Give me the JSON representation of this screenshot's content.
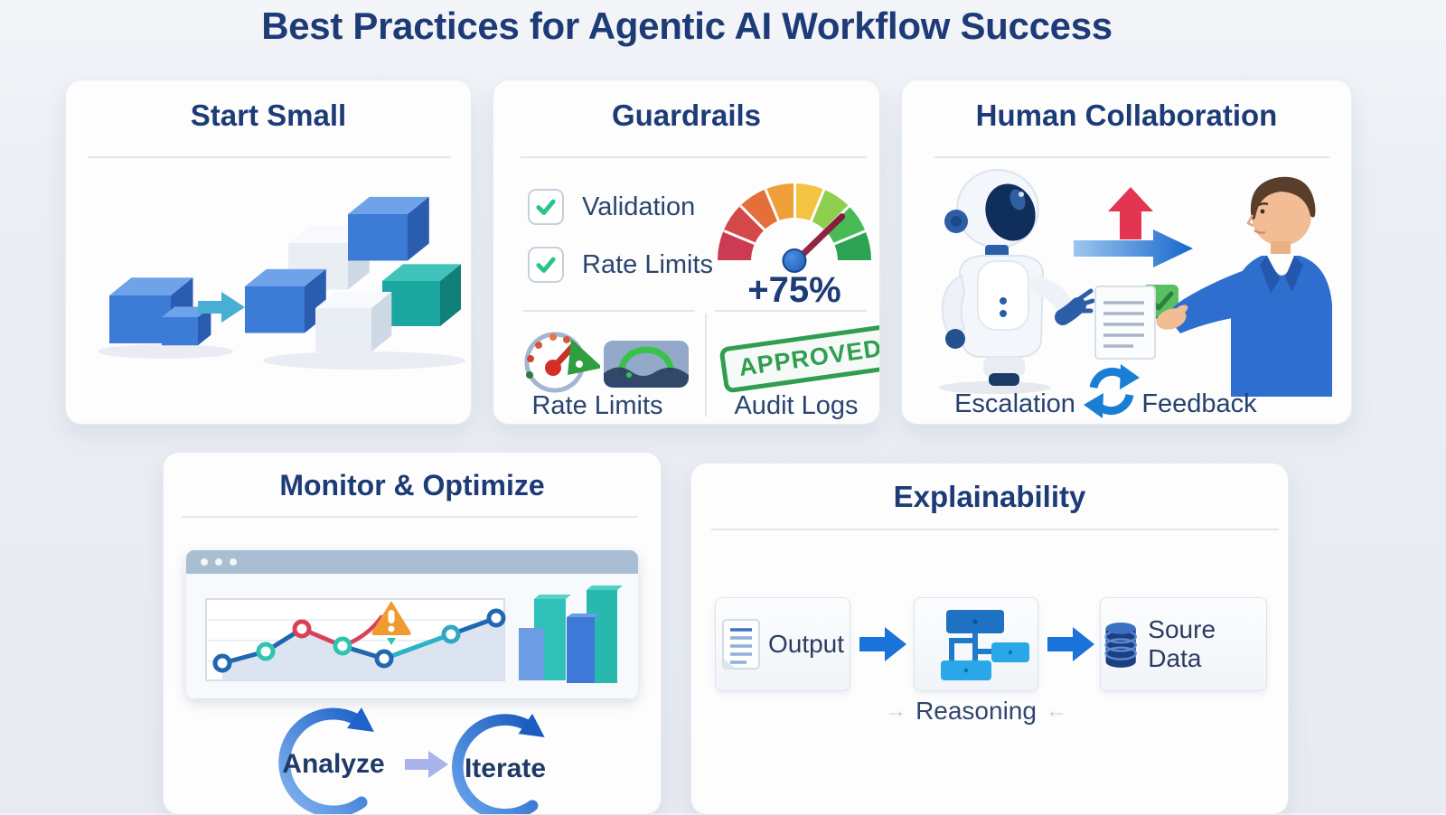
{
  "page_title": "Best Practices for Agentic AI Workflow Success",
  "cards": {
    "start_small": {
      "title": "Start Small"
    },
    "guardrails": {
      "title": "Guardrails",
      "checkboxes": [
        {
          "label": "Validation",
          "checked": true
        },
        {
          "label": "Rate Limits",
          "checked": true
        }
      ],
      "gauge": {
        "value": "+75%"
      },
      "rate_limits_caption": "Rate Limits",
      "approved_stamp": "APPROVED",
      "audit_logs_caption": "Audit Logs"
    },
    "human_collaboration": {
      "title": "Human Collaboration",
      "escalation_label": "Escalation",
      "feedback_label": "Feedback"
    },
    "monitor_optimize": {
      "title": "Monitor & Optimize",
      "analyze_label": "Analyze",
      "iterate_label": "Iterate"
    },
    "explainability": {
      "title": "Explainability",
      "output_label": "Output",
      "source_data_label": "Soure Data",
      "reasoning_label": "Reasoning",
      "reasoning_arrow_left": "→",
      "reasoning_arrow_right": "←"
    }
  },
  "icons": [
    "small-cubes-icon",
    "grow-arrow-icon",
    "stacked-cubes-icon",
    "checkbox-check-icon",
    "gauge-meter-icon",
    "speedometer-icon",
    "shield-signal-icon",
    "approved-stamp",
    "robot-icon",
    "human-icon",
    "escalate-up-arrow-icon",
    "handoff-right-arrow-icon",
    "document-check-icon",
    "refresh-cycle-icon",
    "browser-window",
    "line-chart-icon",
    "warning-triangle-icon",
    "bar-chart-icon",
    "analyze-cycle-arrow-icon",
    "iterate-cycle-arrow-icon",
    "flow-arrow-icon",
    "output-document-icon",
    "reasoning-flowchart-icon",
    "database-icon"
  ],
  "colors": {
    "title_navy": "#1d3b76",
    "card_bg": "#fdfdfe",
    "page_bg": "#e9ecf2",
    "accent_blue": "#1b72d8",
    "teal": "#22b3ac",
    "check_green": "#28c487",
    "stamp_green": "#2f9e4f",
    "alert_orange": "#f09b2f",
    "alert_red": "#d8415a"
  }
}
